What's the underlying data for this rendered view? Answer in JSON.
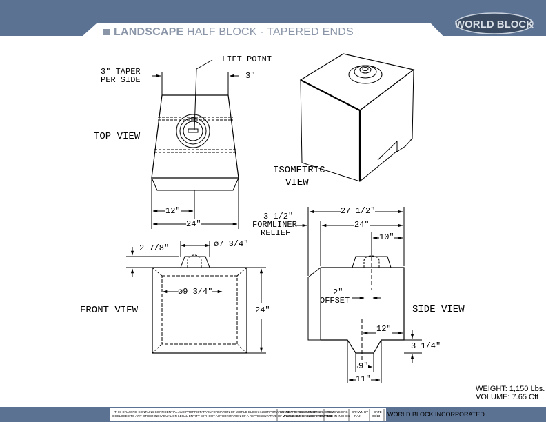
{
  "header": {
    "title_bold": "LANDSCAPE",
    "title_rest": "HALF BLOCK - TAPERED ENDS",
    "logo_text": "WORLD BLOCK"
  },
  "top_view": {
    "label": "TOP VIEW",
    "lift_point": "LIFT POINT",
    "taper_note_1": "3\" TAPER",
    "taper_note_2": "PER SIDE",
    "taper_dim": "3\"",
    "dim_12": "12\"",
    "dim_24": "24\""
  },
  "isometric": {
    "label_1": "ISOMETRIC",
    "label_2": "VIEW"
  },
  "front_view": {
    "label": "FRONT VIEW",
    "dim_2_7_8": "2 7/8\"",
    "dim_dia_7_3_4": "ø7 3/4\"",
    "dim_dia_9_3_4": "ø9 3/4\"",
    "dim_24": "24\""
  },
  "side_view": {
    "label": "SIDE VIEW",
    "dim_27_1_2": "27 1/2\"",
    "formliner_1": "3 1/2\"",
    "formliner_2": "FORMLINER",
    "formliner_3": "RELIEF",
    "dim_24": "24\"",
    "dim_10": "10\"",
    "offset_1": "2\"",
    "offset_2": "OFFSET",
    "dim_12": "12\"",
    "dim_3_1_4": "3 1/4\"",
    "dim_9": "9\"",
    "dim_11": "11\""
  },
  "specs": {
    "weight": "WEIGHT: 1,150 Lbs.",
    "volume": "VOLUME: 7.65 Cft"
  },
  "footer": {
    "confidential_1": "THIS DRAWING CONTAINS CONFIDENTIAL AND PROPRIETARY INFORMATION OF WORLD BLOCK INCORPORATED. NOT TO BE USED BY OR",
    "confidential_2": "DISCLOSED TO ANY OTHER INDIVIDUAL OR LEGAL ENTITY WITHOUT AUTHORIZATION OF A REPRESENTATIVE OF WORLD BLOCK INCORPORATED",
    "tolerances_1": "STANDARD TOLERANCES & NOTES",
    "tolerances_2": "UNLESS OTHERWISE SPECIFIED",
    "dimensions_1": "DIMENSIONS",
    "dimensions_2": "ARE IN INCHES",
    "drawn_1": "DRAWN BY",
    "drawn_2": "RAJ",
    "date_1": "DATE",
    "date_2": "08/13",
    "company": "WORLD BLOCK INCORPORATED"
  }
}
